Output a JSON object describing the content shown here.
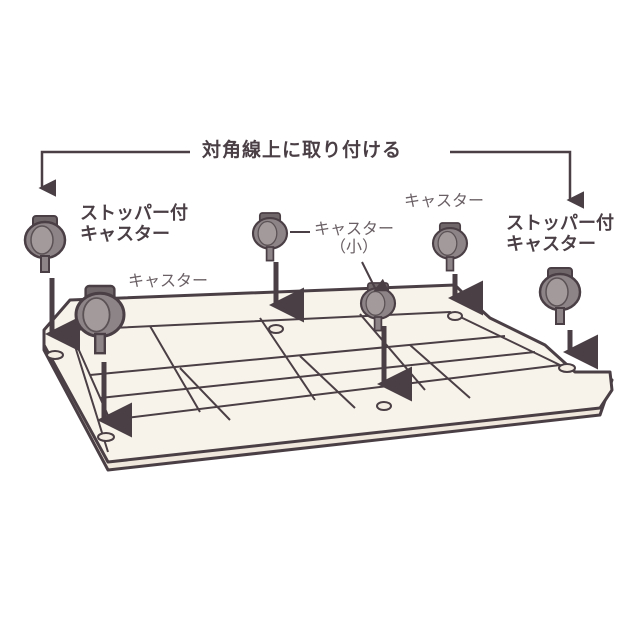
{
  "colors": {
    "outline": "#4a3f45",
    "tray_fill": "#f8f3ea",
    "caster_fill": "#8d8487",
    "caster_dark": "#5b5255",
    "text": "#4a3f45"
  },
  "labels": {
    "top_instruction": "対角線上に取り付ける",
    "stopper_left_line1": "ストッパー付",
    "stopper_left_line2": "キャスター",
    "caster_left": "キャスター",
    "caster_center": "キャスター",
    "caster_center_small": "（小）",
    "caster_right": "キャスター",
    "stopper_right_line1": "ストッパー付",
    "stopper_right_line2": "キャスター"
  },
  "icons": {
    "caster": "caster-wheel-icon",
    "arrow": "arrow-down-icon"
  }
}
